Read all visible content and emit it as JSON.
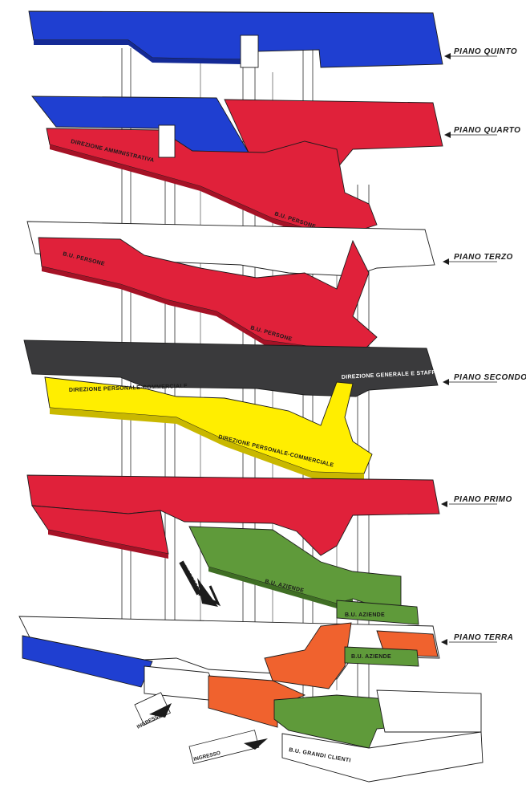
{
  "colors": {
    "blue": "#1f3fd1",
    "red": "#e0213a",
    "black": "#3a3a3c",
    "yellow": "#ffee00",
    "green": "#5f9a3a",
    "orange": "#f0622e",
    "white": "#ffffff",
    "line": "#1b1b1b"
  },
  "floors": {
    "quinto": "PIANO QUINTO",
    "quarto": "PIANO QUARTO",
    "terzo": "PIANO TERZO",
    "secondo": "PIANO SECONDO",
    "primo": "PIANO PRIMO",
    "terra": "PIANO TERRA"
  },
  "labels": {
    "direzione_amministrativa": "DIREZIONE AMMINISTRATIVA",
    "bu_persone": "B.U. PERSONE",
    "bu_persone_2": "B.U. PERSONE",
    "direzione_personale_commerciale": "DIREZIONE PERSONALE-COMMERCIALE",
    "direzione_personale_commerciale_2": "DIREZIONE PERSONALE-COMMERCIALE",
    "direzione_generale_staff": "DIREZIONE GENERALE E STAFF",
    "bu_aziende": "B.U. AZIENDE",
    "bu_aziende_2": "B.U. AZIENDE",
    "bu_aziende_3": "B.U. AZIENDE",
    "bu_grandi_clienti": "B.U. GRANDI CLIENTI",
    "ingresso_1": "INGRESSO",
    "ingresso_2": "INGRESSO",
    "ingresso_3": "INGRESSO"
  }
}
